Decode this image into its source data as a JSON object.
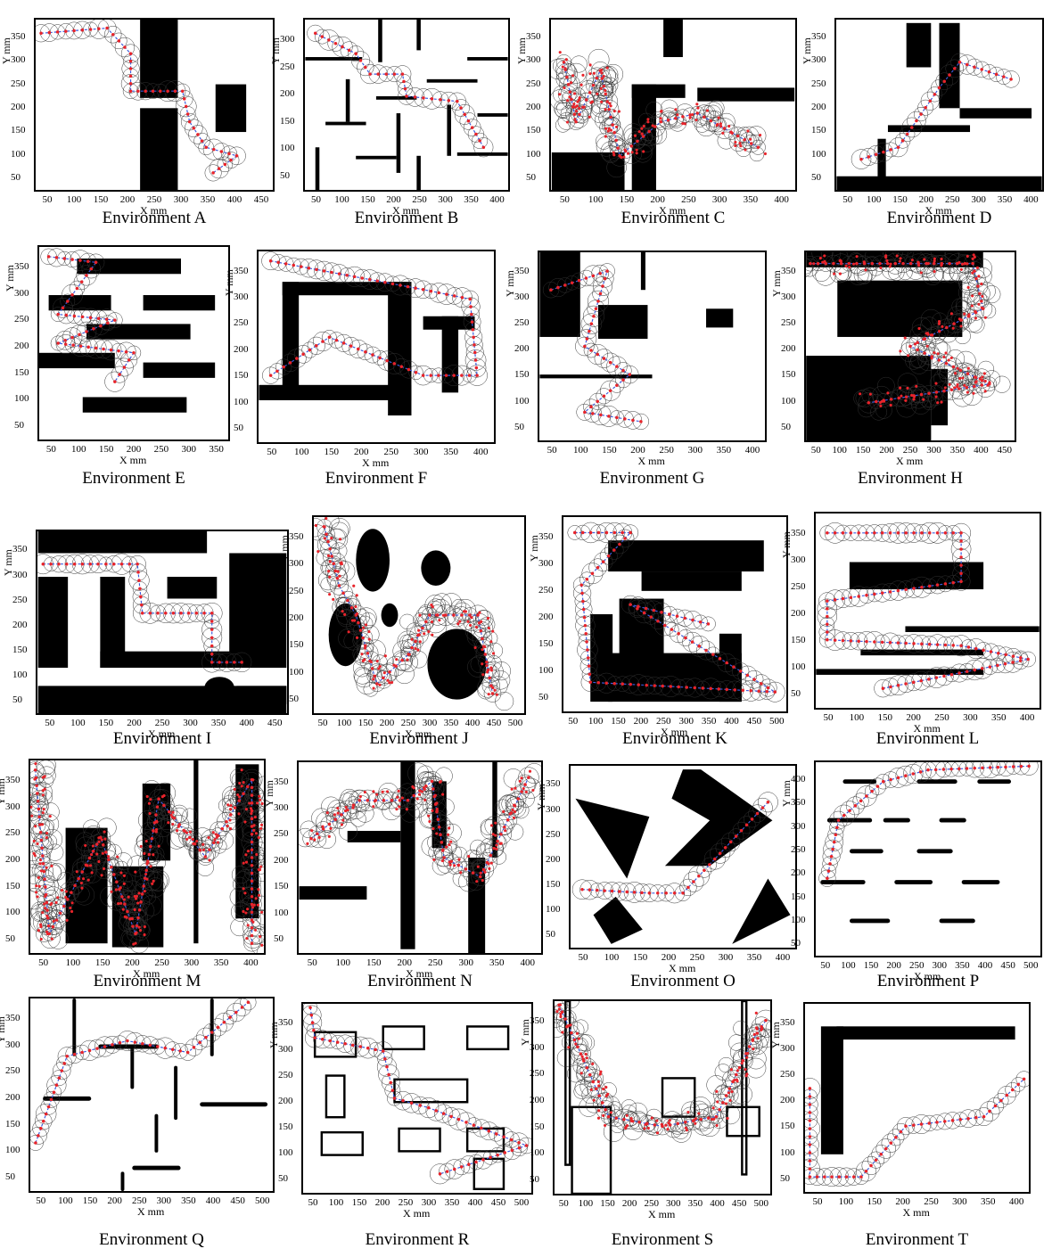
{
  "figure": {
    "xlabel": "X mm",
    "ylabel": "Y mm",
    "panels": [
      {
        "id": "A",
        "title": "Environment A",
        "xticks": [
          "50",
          "100",
          "150",
          "200",
          "250",
          "300",
          "350",
          "400",
          "450"
        ],
        "yticks": [
          "50",
          "100",
          "150",
          "200",
          "250",
          "300",
          "350"
        ]
      },
      {
        "id": "B",
        "title": "Environment B",
        "xticks": [
          "50",
          "100",
          "150",
          "200",
          "250",
          "300",
          "350",
          "400"
        ],
        "yticks": [
          "50",
          "100",
          "150",
          "200",
          "250",
          "300"
        ]
      },
      {
        "id": "C",
        "title": "Environment C",
        "xticks": [
          "50",
          "100",
          "150",
          "200",
          "250",
          "300",
          "350",
          "400"
        ],
        "yticks": [
          "50",
          "100",
          "150",
          "200",
          "250",
          "300",
          "350"
        ]
      },
      {
        "id": "D",
        "title": "Environment D",
        "xticks": [
          "50",
          "100",
          "150",
          "200",
          "250",
          "300",
          "350",
          "400"
        ],
        "yticks": [
          "50",
          "100",
          "150",
          "200",
          "250",
          "300",
          "350"
        ]
      },
      {
        "id": "E",
        "title": "Environment E",
        "xticks": [
          "50",
          "100",
          "150",
          "200",
          "250",
          "300",
          "350"
        ],
        "yticks": [
          "50",
          "100",
          "150",
          "200",
          "250",
          "300",
          "350"
        ]
      },
      {
        "id": "F",
        "title": "Environment F",
        "xticks": [
          "50",
          "100",
          "150",
          "200",
          "250",
          "300",
          "350",
          "400"
        ],
        "yticks": [
          "50",
          "100",
          "150",
          "200",
          "250",
          "300",
          "350"
        ]
      },
      {
        "id": "G",
        "title": "Environment G",
        "xticks": [
          "50",
          "100",
          "150",
          "200",
          "250",
          "300",
          "350",
          "400"
        ],
        "yticks": [
          "50",
          "100",
          "150",
          "200",
          "250",
          "300",
          "350"
        ]
      },
      {
        "id": "H",
        "title": "Environment H",
        "xticks": [
          "50",
          "100",
          "150",
          "200",
          "250",
          "300",
          "350",
          "400",
          "450"
        ],
        "yticks": [
          "50",
          "100",
          "150",
          "200",
          "250",
          "300",
          "350"
        ]
      },
      {
        "id": "I",
        "title": "Environment I",
        "xticks": [
          "50",
          "100",
          "150",
          "200",
          "250",
          "300",
          "350",
          "400",
          "450"
        ],
        "yticks": [
          "50",
          "100",
          "150",
          "200",
          "250",
          "300",
          "350"
        ]
      },
      {
        "id": "J",
        "title": "Environment J",
        "xticks": [
          "50",
          "100",
          "150",
          "200",
          "250",
          "300",
          "350",
          "400",
          "450",
          "500"
        ],
        "yticks": [
          "50",
          "100",
          "150",
          "200",
          "250",
          "300",
          "350"
        ]
      },
      {
        "id": "K",
        "title": "Environment K",
        "xticks": [
          "50",
          "100",
          "150",
          "200",
          "250",
          "300",
          "350",
          "400",
          "450",
          "500"
        ],
        "yticks": [
          "50",
          "100",
          "150",
          "200",
          "250",
          "300",
          "350"
        ]
      },
      {
        "id": "L",
        "title": "Environment L",
        "xticks": [
          "50",
          "100",
          "150",
          "200",
          "250",
          "300",
          "350",
          "400"
        ],
        "yticks": [
          "50",
          "100",
          "150",
          "200",
          "250",
          "300",
          "350"
        ]
      },
      {
        "id": "M",
        "title": "Environment M",
        "xticks": [
          "50",
          "100",
          "150",
          "200",
          "250",
          "300",
          "350",
          "400"
        ],
        "yticks": [
          "50",
          "100",
          "150",
          "200",
          "250",
          "300",
          "350"
        ]
      },
      {
        "id": "N",
        "title": "Environment N",
        "xticks": [
          "50",
          "100",
          "150",
          "200",
          "250",
          "300",
          "350",
          "400"
        ],
        "yticks": [
          "50",
          "100",
          "150",
          "200",
          "250",
          "300",
          "350"
        ]
      },
      {
        "id": "O",
        "title": "Environment O",
        "xticks": [
          "50",
          "100",
          "150",
          "200",
          "250",
          "300",
          "350",
          "400"
        ],
        "yticks": [
          "50",
          "100",
          "150",
          "200",
          "250",
          "300",
          "350"
        ]
      },
      {
        "id": "P",
        "title": "Environment P",
        "xticks": [
          "50",
          "100",
          "150",
          "200",
          "250",
          "300",
          "350",
          "400",
          "450",
          "500"
        ],
        "yticks": [
          "50",
          "100",
          "150",
          "200",
          "250",
          "300",
          "350",
          "400"
        ]
      },
      {
        "id": "Q",
        "title": "Environment Q",
        "xticks": [
          "50",
          "100",
          "150",
          "200",
          "250",
          "300",
          "350",
          "400",
          "450",
          "500"
        ],
        "yticks": [
          "50",
          "100",
          "150",
          "200",
          "250",
          "300",
          "350"
        ]
      },
      {
        "id": "R",
        "title": "Environment R",
        "xticks": [
          "50",
          "100",
          "150",
          "200",
          "250",
          "300",
          "350",
          "400",
          "450",
          "500"
        ],
        "yticks": [
          "50",
          "100",
          "150",
          "200",
          "250",
          "300",
          "350"
        ]
      },
      {
        "id": "S",
        "title": "Environment S",
        "xticks": [
          "50",
          "100",
          "150",
          "200",
          "250",
          "300",
          "350",
          "400",
          "450",
          "500"
        ],
        "yticks": [
          "50",
          "100",
          "150",
          "200",
          "250",
          "300",
          "350"
        ]
      },
      {
        "id": "T",
        "title": "Environment T",
        "xticks": [
          "50",
          "100",
          "150",
          "200",
          "250",
          "300",
          "350",
          "400"
        ],
        "yticks": [
          "50",
          "100",
          "150",
          "200",
          "250",
          "300",
          "350"
        ]
      }
    ]
  },
  "colors": {
    "obstacle": "#000000",
    "path_node": "#e8232a",
    "path_line": "#3b5bdb",
    "circle": "#333333"
  }
}
